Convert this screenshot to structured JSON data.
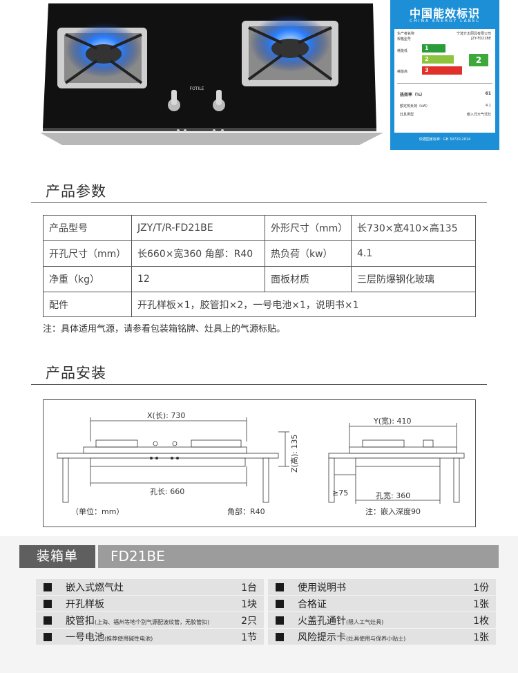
{
  "hero": {
    "brand": "FOTILE"
  },
  "energy_label": {
    "title": "中国能效标识",
    "subtitle": "CHINA ENERGY LABEL",
    "maker_label": "生产者名称",
    "maker": "宁波方太厨具有限公司",
    "model_label": "规格型号",
    "model": "JZY-FD21BE",
    "low": "耗能低",
    "high": "耗能高",
    "levels": [
      "1",
      "2",
      "3"
    ],
    "grade": "2",
    "efficiency_label": "热效率（%）",
    "efficiency": "61",
    "heat_label": "额定热负荷（kW）",
    "heat": "4.1",
    "type_label": "灶具类型",
    "type": "嵌入式大气式灶",
    "standard": "依据国家标准：GB 30720-2014"
  },
  "params": {
    "title": "产品参数",
    "rows": [
      [
        "产品型号",
        "JZY/T/R-FD21BE",
        "外形尺寸（mm）",
        "长730×宽410×高135"
      ],
      [
        "开孔尺寸（mm）",
        "长660×宽360  角部：R40",
        "热负荷（kw）",
        "4.1"
      ],
      [
        "净重（kg）",
        "12",
        "面板材质",
        "三层防爆钢化玻璃"
      ]
    ],
    "accessory_label": "配件",
    "accessory_value": "开孔样板×1，胶管扣×2，一号电池×1，说明书×1",
    "note": "注：具体适用气源，请参看包装箱铭牌、灶具上的气源标贴。"
  },
  "install": {
    "title": "产品安装",
    "x_label": "X(长): 730",
    "z_label": "Z(高): 135",
    "hole_len": "孔长: 660",
    "unit": "（单位：mm）",
    "corner": "角部：R40",
    "y_label": "Y(宽): 410",
    "gap": "≥75",
    "hole_wid": "孔宽: 360",
    "depth_note": "注：嵌入深度90"
  },
  "packing": {
    "title": "装箱单",
    "model": "FD21BE",
    "left": [
      {
        "name": "嵌入式燃气灶",
        "note": "",
        "qty": "1台"
      },
      {
        "name": "开孔样板",
        "note": "",
        "qty": "1块"
      },
      {
        "name": "胶管扣",
        "note": "(上海、福州等地个别气源配波纹管，无胶管扣)",
        "qty": "2只"
      },
      {
        "name": "一号电池",
        "note": "(推荐使用碱性电池)",
        "qty": "1节"
      }
    ],
    "right": [
      {
        "name": "使用说明书",
        "note": "",
        "qty": "1份"
      },
      {
        "name": "合格证",
        "note": "",
        "qty": "1张"
      },
      {
        "name": "火盖孔通针",
        "note": "(限人工气灶具)",
        "qty": "1枚"
      },
      {
        "name": "风险提示卡",
        "note": "(灶具使用与保养小贴士)",
        "qty": "1张"
      }
    ]
  }
}
